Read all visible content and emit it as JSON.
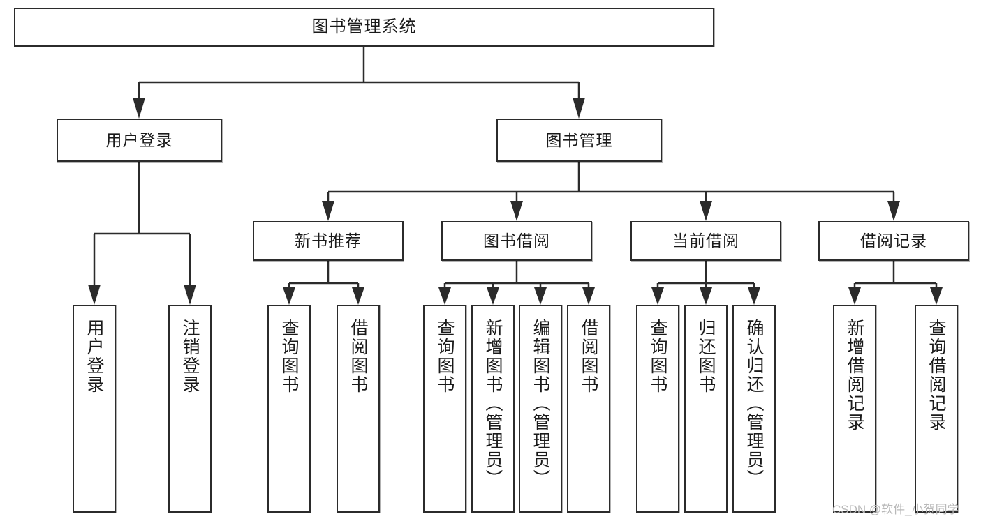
{
  "diagram": {
    "title": "图书管理系统",
    "type": "functional-structure-tree",
    "watermark": "CSDN @软件_小贺同学",
    "colors": {
      "box_border": "#2b2b2b",
      "box_fill": "#ffffff",
      "connector": "#2b2b2b",
      "watermark": "#b9b9b9",
      "background": "#ffffff"
    },
    "root": {
      "label": "图书管理系统"
    },
    "level2": [
      {
        "label": "用户登录"
      },
      {
        "label": "图书管理"
      }
    ],
    "level3": [
      {
        "label": "新书推荐"
      },
      {
        "label": "图书借阅"
      },
      {
        "label": "当前借阅"
      },
      {
        "label": "借阅记录"
      }
    ],
    "leaves": {
      "user_login": [
        {
          "label": "用户登录"
        },
        {
          "label": "注销登录"
        }
      ],
      "new_book_recommend": [
        {
          "label": "查询图书"
        },
        {
          "label": "借阅图书"
        }
      ],
      "book_borrow": [
        {
          "label": "查询图书"
        },
        {
          "label": "新增图书（管理员）"
        },
        {
          "label": "编辑图书（管理员）"
        },
        {
          "label": "借阅图书"
        }
      ],
      "current_borrow": [
        {
          "label": "查询图书"
        },
        {
          "label": "归还图书"
        },
        {
          "label": "确认归还（管理员）"
        }
      ],
      "borrow_record": [
        {
          "label": "新增借阅记录"
        },
        {
          "label": "查询借阅记录"
        }
      ]
    }
  }
}
